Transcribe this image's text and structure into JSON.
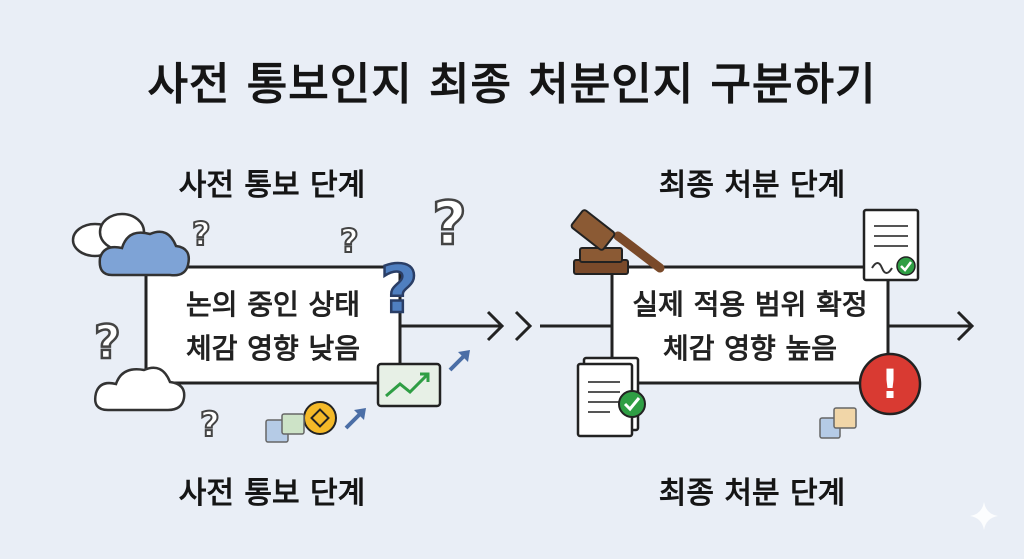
{
  "title": "사전 통보인지 최종 처분인지 구분하기",
  "left": {
    "top_label": "사전 통보 단계",
    "bottom_label": "사전 통보 단계",
    "box_line1": "논의 중인 상태",
    "box_line2": "체감 영향 낮음"
  },
  "right": {
    "top_label": "최종 처분 단계",
    "bottom_label": "최종 처분 단계",
    "box_line1": "실제 적용 범위 확정",
    "box_line2": "체감 영향 높음"
  },
  "glyphs": {
    "question": "?",
    "exclamation": "!",
    "double_chevron": ">"
  },
  "colors": {
    "background": "#e9eef6",
    "cloud": "#7ea3d6",
    "question_blue": "#4f7fc0",
    "alert_red": "#d93a32",
    "check_green": "#2f9e44",
    "gavel_brown": "#7a4a2a"
  }
}
